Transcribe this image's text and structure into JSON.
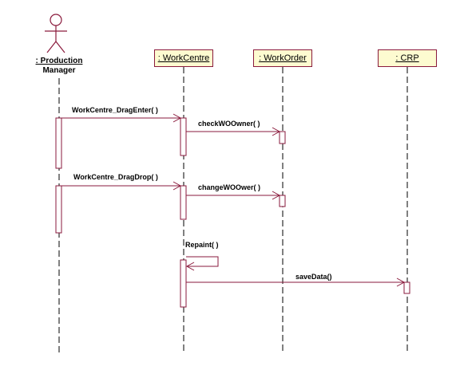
{
  "colors": {
    "border": "#8a1a3c",
    "object_fill": "#fdfbd0",
    "lifeline": "#000000"
  },
  "actor": {
    "label_line1": ": Production",
    "label_line2": "Manager",
    "icon": "stick-figure-actor-icon"
  },
  "objects": {
    "workcentre": ": WorkCentre",
    "workorder": ": WorkOrder",
    "crp": ": CRP"
  },
  "messages": {
    "drag_enter": "WorkCentre_DragEnter( )",
    "check_wo_owner": "checkWOOwner( )",
    "drag_drop": "WorkCentre_DragDrop( )",
    "change_wo_ower": "changeWOOwer( )",
    "repaint": "Repaint( )",
    "save_data": "saveData()"
  }
}
